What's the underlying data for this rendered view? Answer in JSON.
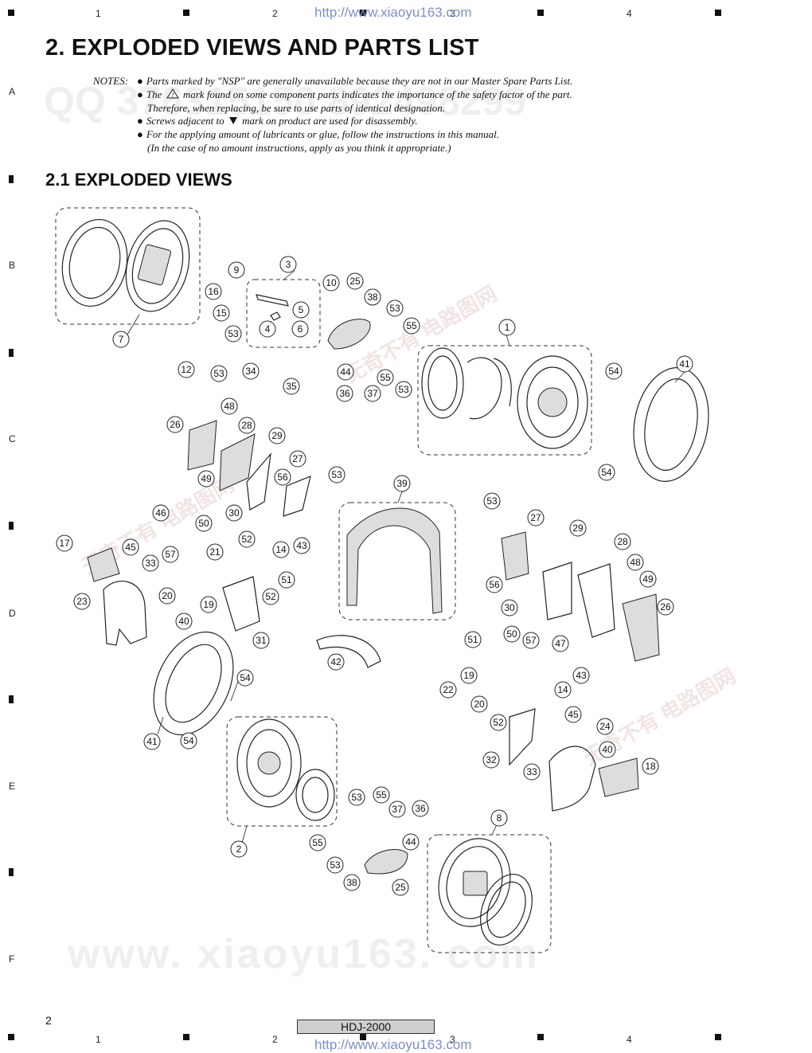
{
  "url_text": "http://www.xiaoyu163.com",
  "column_numbers": [
    "1",
    "2",
    "3",
    "4"
  ],
  "row_letters": [
    "A",
    "B",
    "C",
    "D",
    "E",
    "F"
  ],
  "title": "2. EXPLODED VIEWS AND PARTS LIST",
  "notes": {
    "label": "NOTES:",
    "items": [
      "Parts marked by \"NSP\" are generally unavailable because they are not in our Master Spare Parts List.",
      "The",
      "mark found on some component parts indicates the importance of the safety factor of the part.",
      "Therefore, when replacing, be sure to use parts of identical designation.",
      "Screws adjacent to",
      "mark on product are used for disassembly.",
      "For the applying amount of lubricants or glue, follow the instructions in this manual.",
      "(In the case of no amount instructions, apply as you think it appropriate.)"
    ]
  },
  "section_title": "2.1 EXPLODED VIEWS",
  "watermarks": {
    "qq": "QQ 376315150 892498299",
    "site": "www. xiaoyu163. com",
    "cn": "无奇不有 电路图网"
  },
  "model": "HDJ-2000",
  "page_number": "2",
  "callouts": [
    "1",
    "2",
    "3",
    "4",
    "5",
    "6",
    "7",
    "8",
    "9",
    "10",
    "12",
    "14",
    "15",
    "16",
    "17",
    "18",
    "19",
    "20",
    "21",
    "22",
    "23",
    "24",
    "25",
    "26",
    "27",
    "28",
    "29",
    "30",
    "31",
    "32",
    "33",
    "34",
    "35",
    "36",
    "37",
    "38",
    "39",
    "40",
    "41",
    "42",
    "43",
    "44",
    "45",
    "46",
    "47",
    "48",
    "49",
    "50",
    "51",
    "52",
    "53",
    "54",
    "55",
    "56",
    "57"
  ]
}
